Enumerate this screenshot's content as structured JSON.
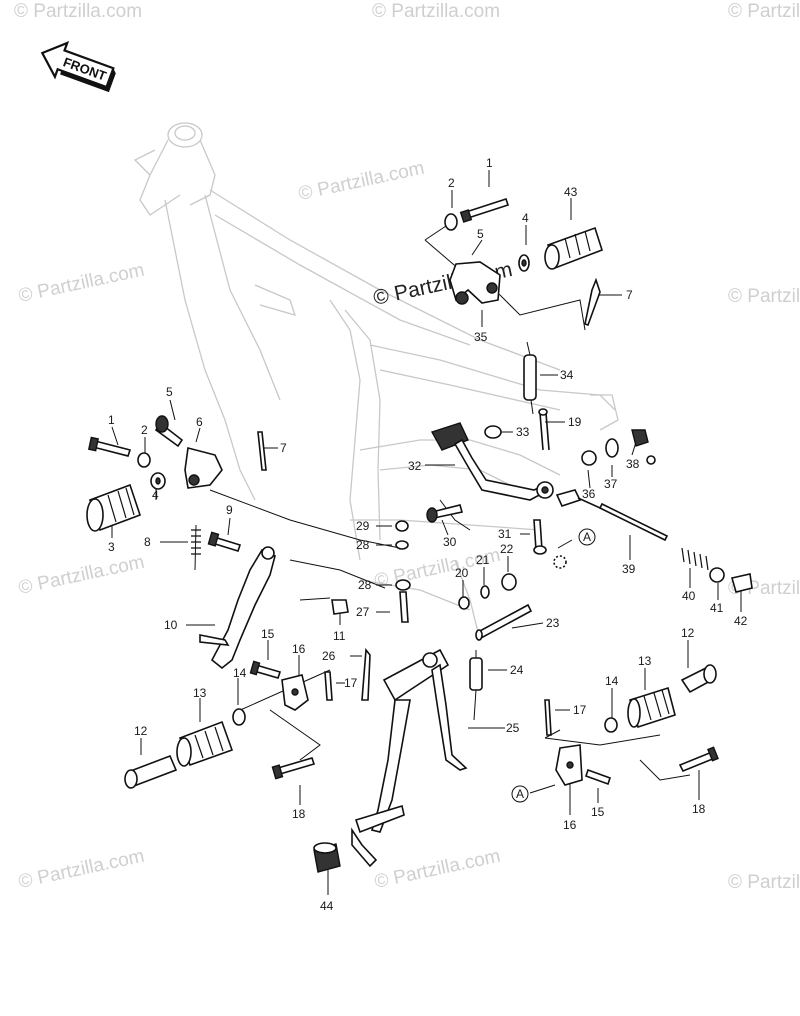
{
  "front_arrow": {
    "label": "FRONT"
  },
  "watermarks": {
    "main": "© Partzilla.com",
    "faint": [
      "© Partzilla.com",
      "© Partzilla.com",
      "© Partzilla.com",
      "© Partzilla.com",
      "© Partzilla.com",
      "© Partzilla.com",
      "© Partzilla.com",
      "© Partzilla.com",
      "© Partzilla.com",
      "© Partzilla.com",
      "© Partzilla.com",
      "© Partzilla.com"
    ]
  },
  "callouts": {
    "n1a": "1",
    "n2a": "2",
    "n43": "43",
    "n4a": "4",
    "n5a": "5",
    "n7a": "7",
    "n35": "35",
    "n34": "34",
    "n5b": "5",
    "n1b": "1",
    "n2b": "2",
    "n6": "6",
    "n7b": "7",
    "n4b": "4",
    "n3": "3",
    "n33": "33",
    "n19": "19",
    "n32": "32",
    "n38": "38",
    "n37": "37",
    "n36": "36",
    "n9": "9",
    "n8": "8",
    "n29": "29",
    "n28a": "28",
    "n30": "30",
    "n31": "31",
    "nA1": "A",
    "n22": "22",
    "n21": "21",
    "n20": "20",
    "n28b": "28",
    "n27": "27",
    "n11": "11",
    "n10": "10",
    "n39": "39",
    "n40": "40",
    "n41": "41",
    "n42": "42",
    "n23": "23",
    "n26": "26",
    "n24": "24",
    "n15a": "15",
    "n16a": "16",
    "n17a": "17",
    "n14a": "14",
    "n13a": "13",
    "n12a": "12",
    "n25": "25",
    "n18a": "18",
    "n12b": "12",
    "n13b": "13",
    "n14b": "14",
    "n17b": "17",
    "nA2": "A",
    "n16b": "16",
    "n15b": "15",
    "n18b": "18",
    "n44": "44"
  }
}
